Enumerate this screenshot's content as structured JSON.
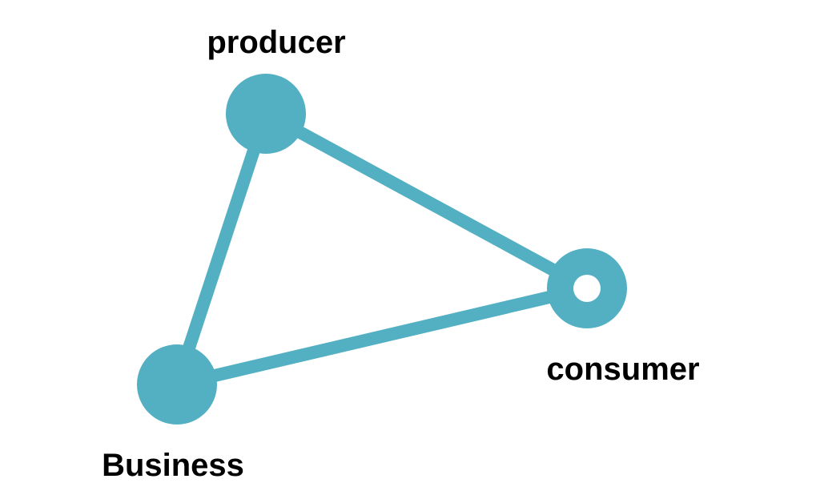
{
  "colors": {
    "accent": "#53afc2",
    "background": "#ffffff",
    "text": "#000000"
  },
  "nodes": {
    "producer": {
      "label": "producer",
      "style": "filled"
    },
    "consumer": {
      "label": "consumer",
      "style": "ring"
    },
    "business": {
      "label": "Business",
      "style": "filled"
    }
  },
  "edges": [
    {
      "from": "producer",
      "to": "consumer"
    },
    {
      "from": "producer",
      "to": "business"
    },
    {
      "from": "business",
      "to": "consumer"
    }
  ]
}
